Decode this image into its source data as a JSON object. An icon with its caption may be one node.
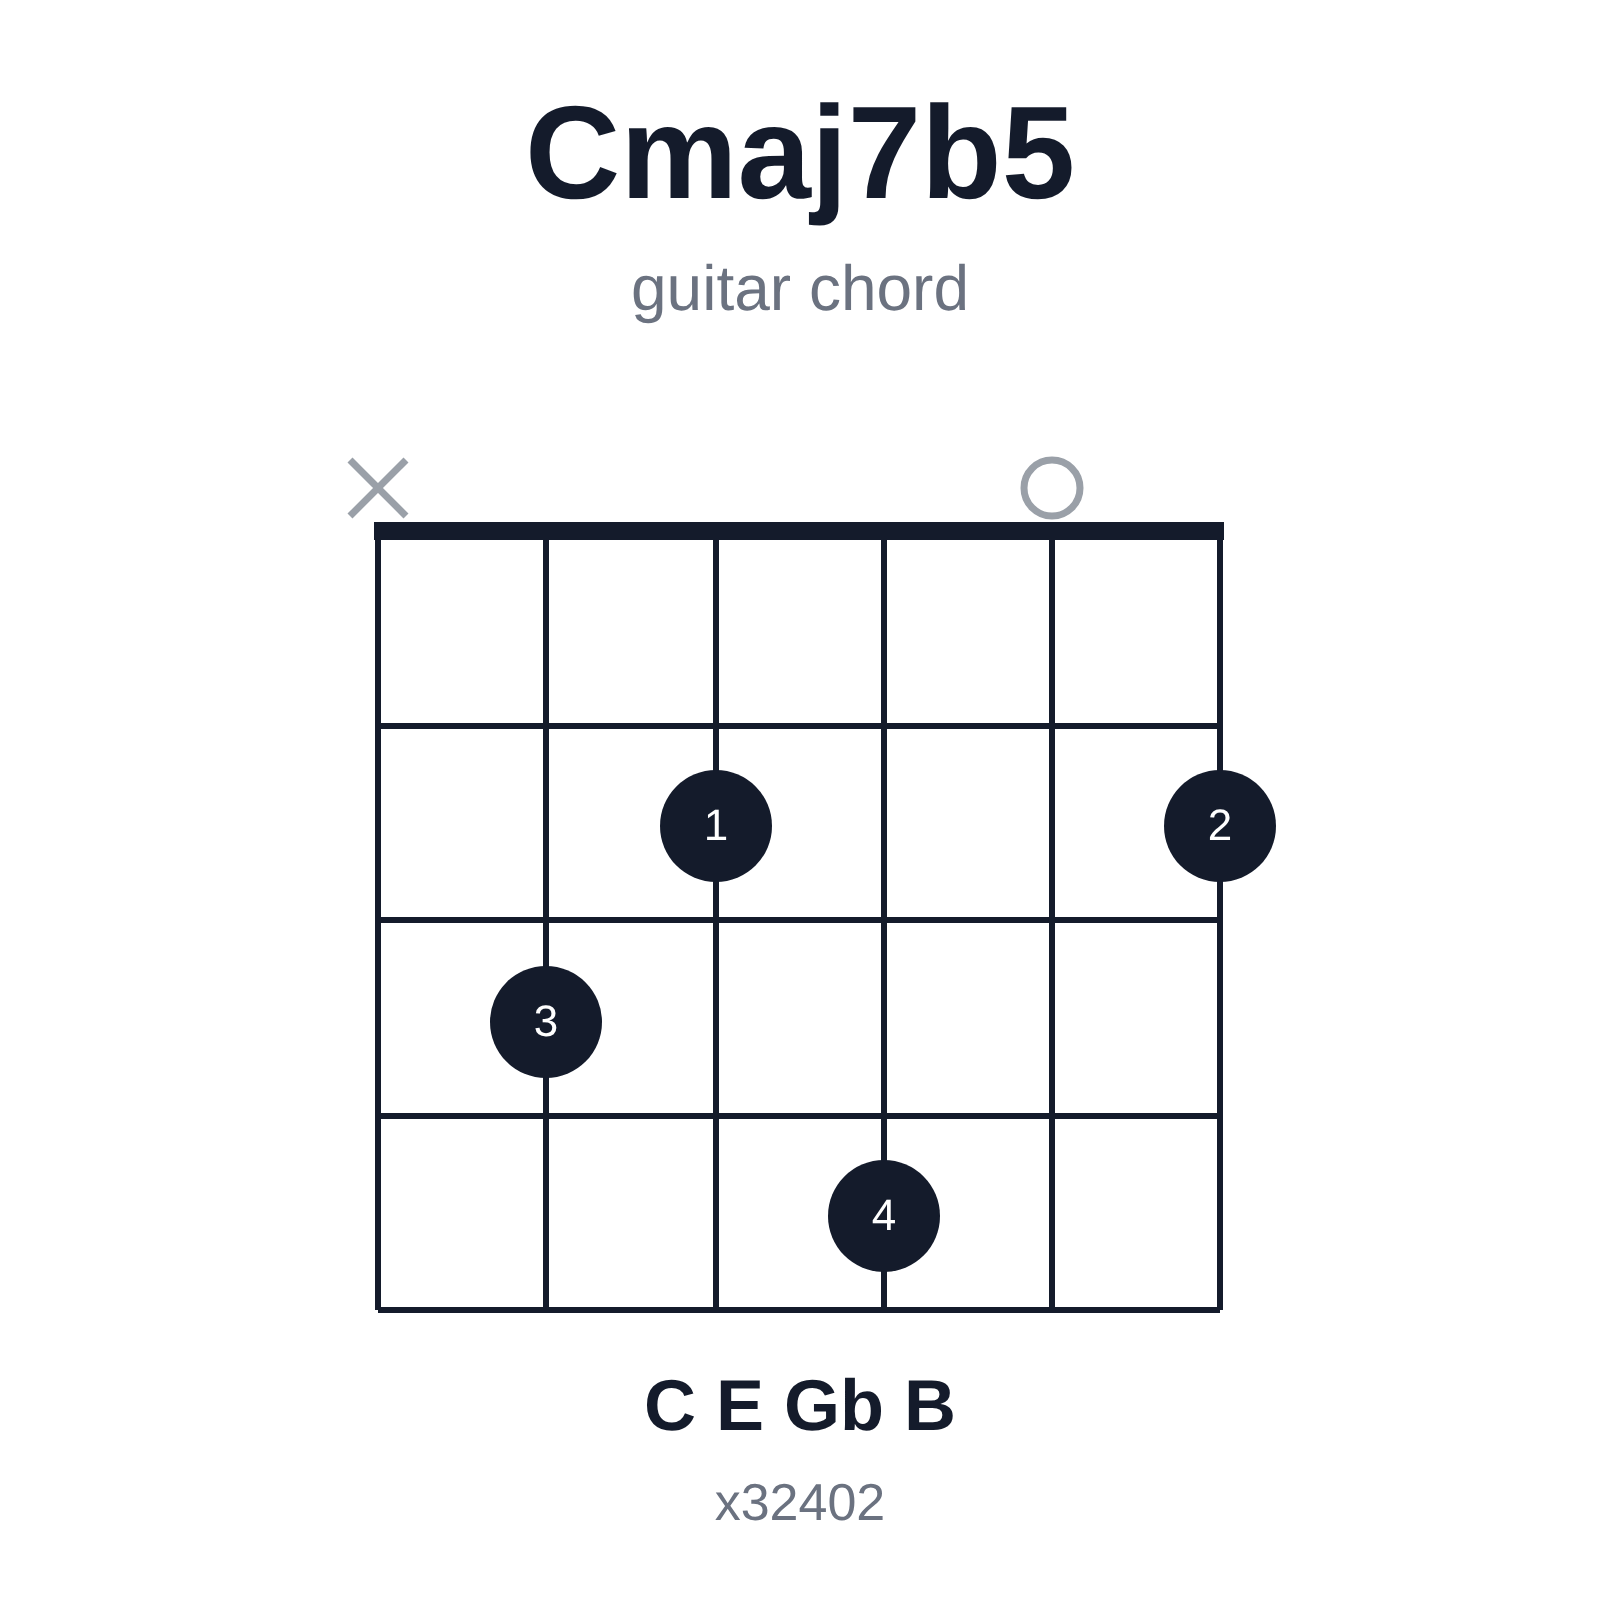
{
  "diagram": {
    "title": "Cmaj7b5",
    "nodes": [
      {
        "text": [
          "1"
        ]
      },
      {
        "text": [
          "2"
        ]
      },
      {
        "text": [
          "3"
        ]
      },
      {
        "text": [
          "4"
        ]
      }
    ],
    "labels": [
      "guitar chord",
      "C E Gb B",
      "x32402"
    ]
  }
}
